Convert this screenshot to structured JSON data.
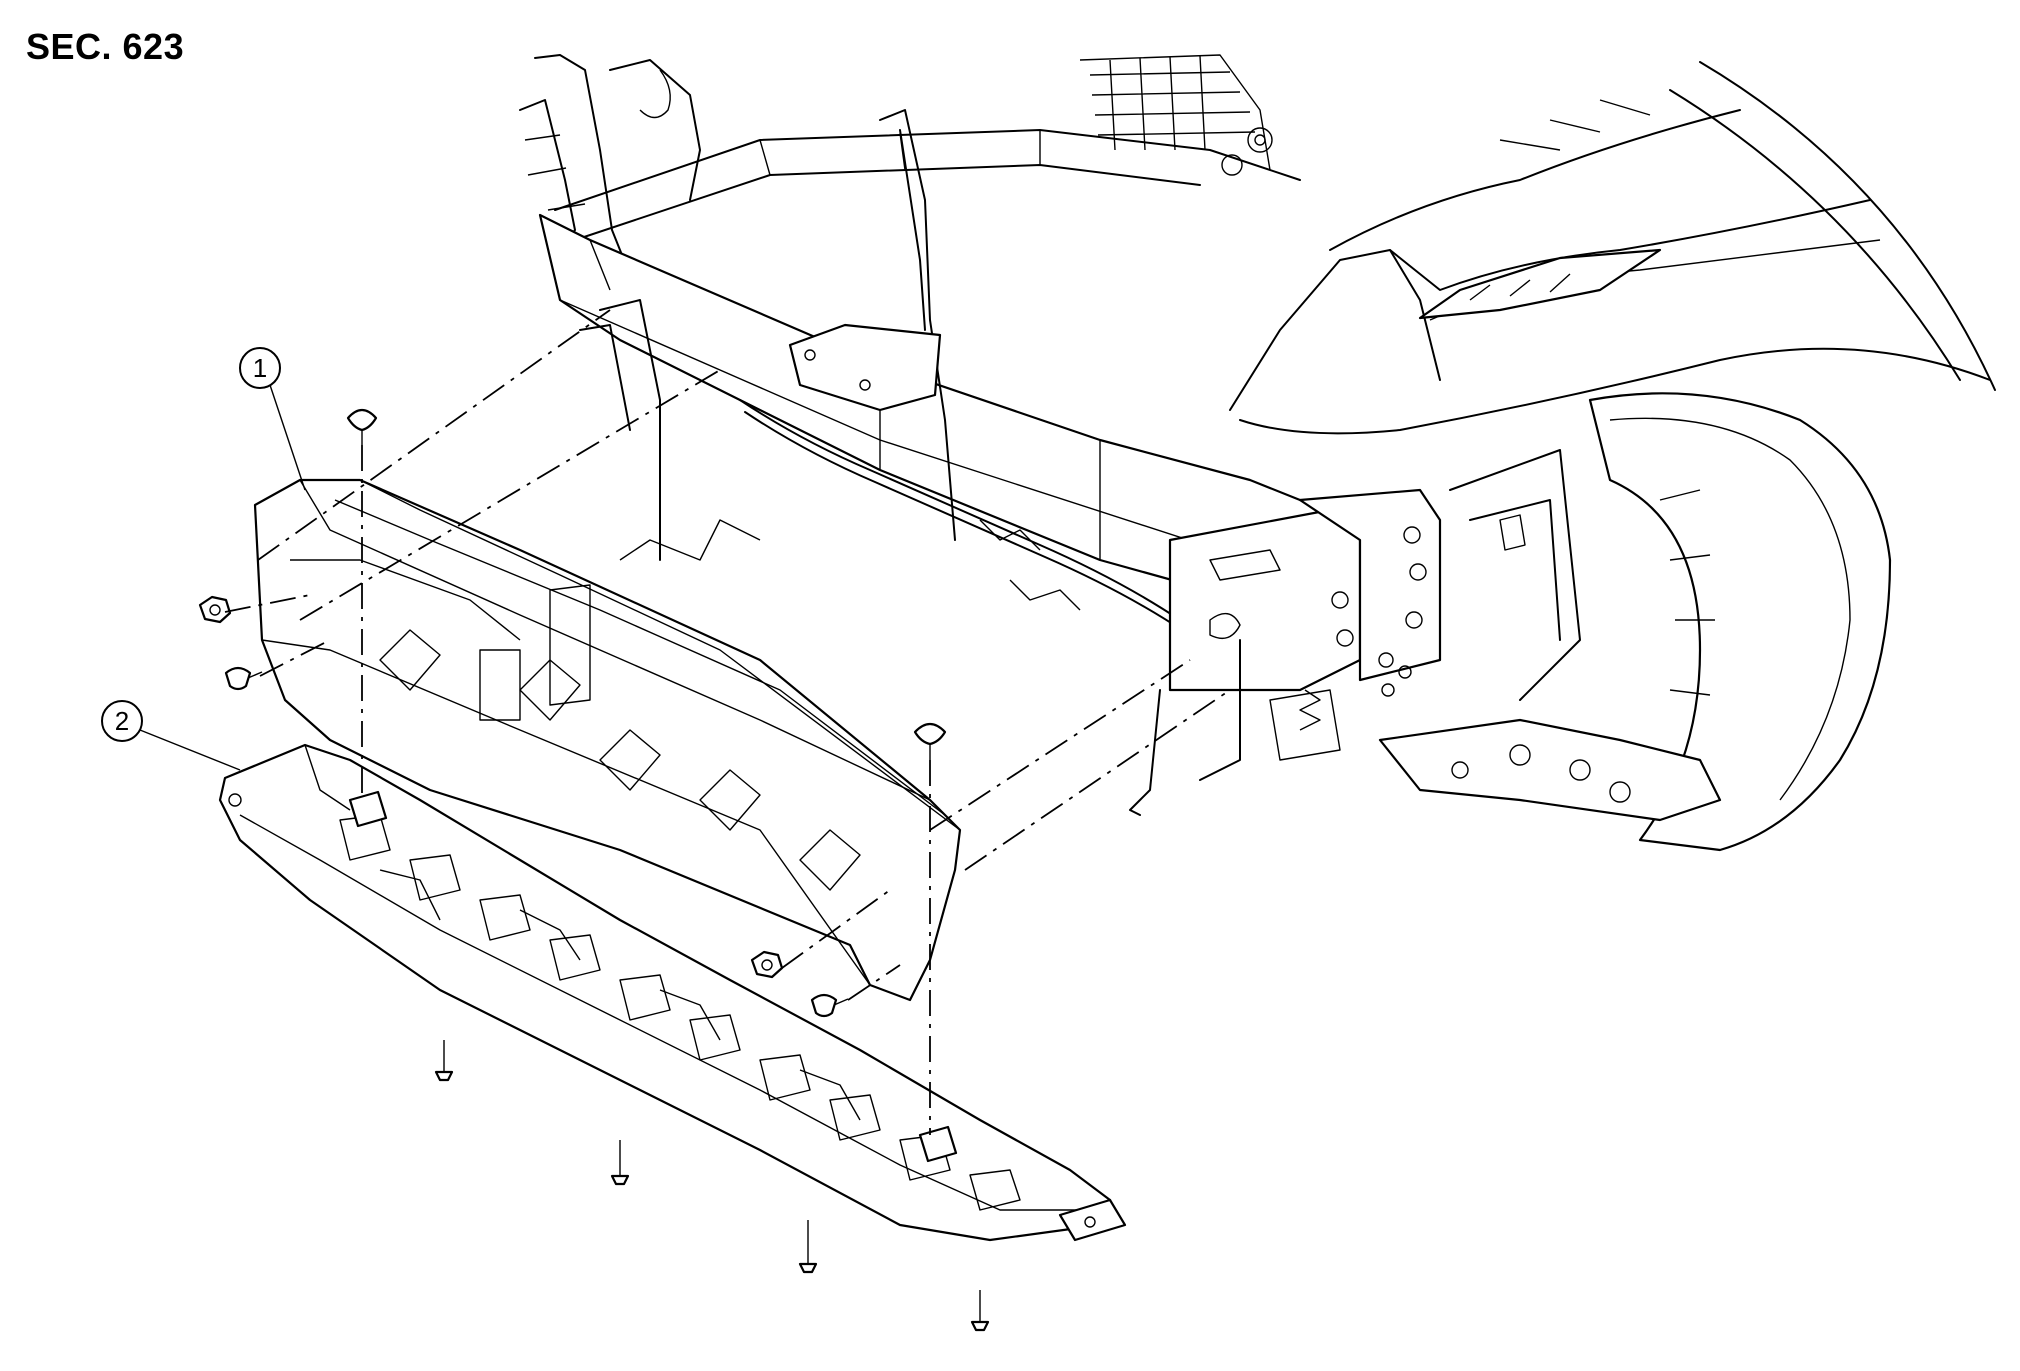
{
  "section_title": "SEC. 623",
  "callouts": [
    {
      "label": "1"
    },
    {
      "label": "2"
    }
  ]
}
